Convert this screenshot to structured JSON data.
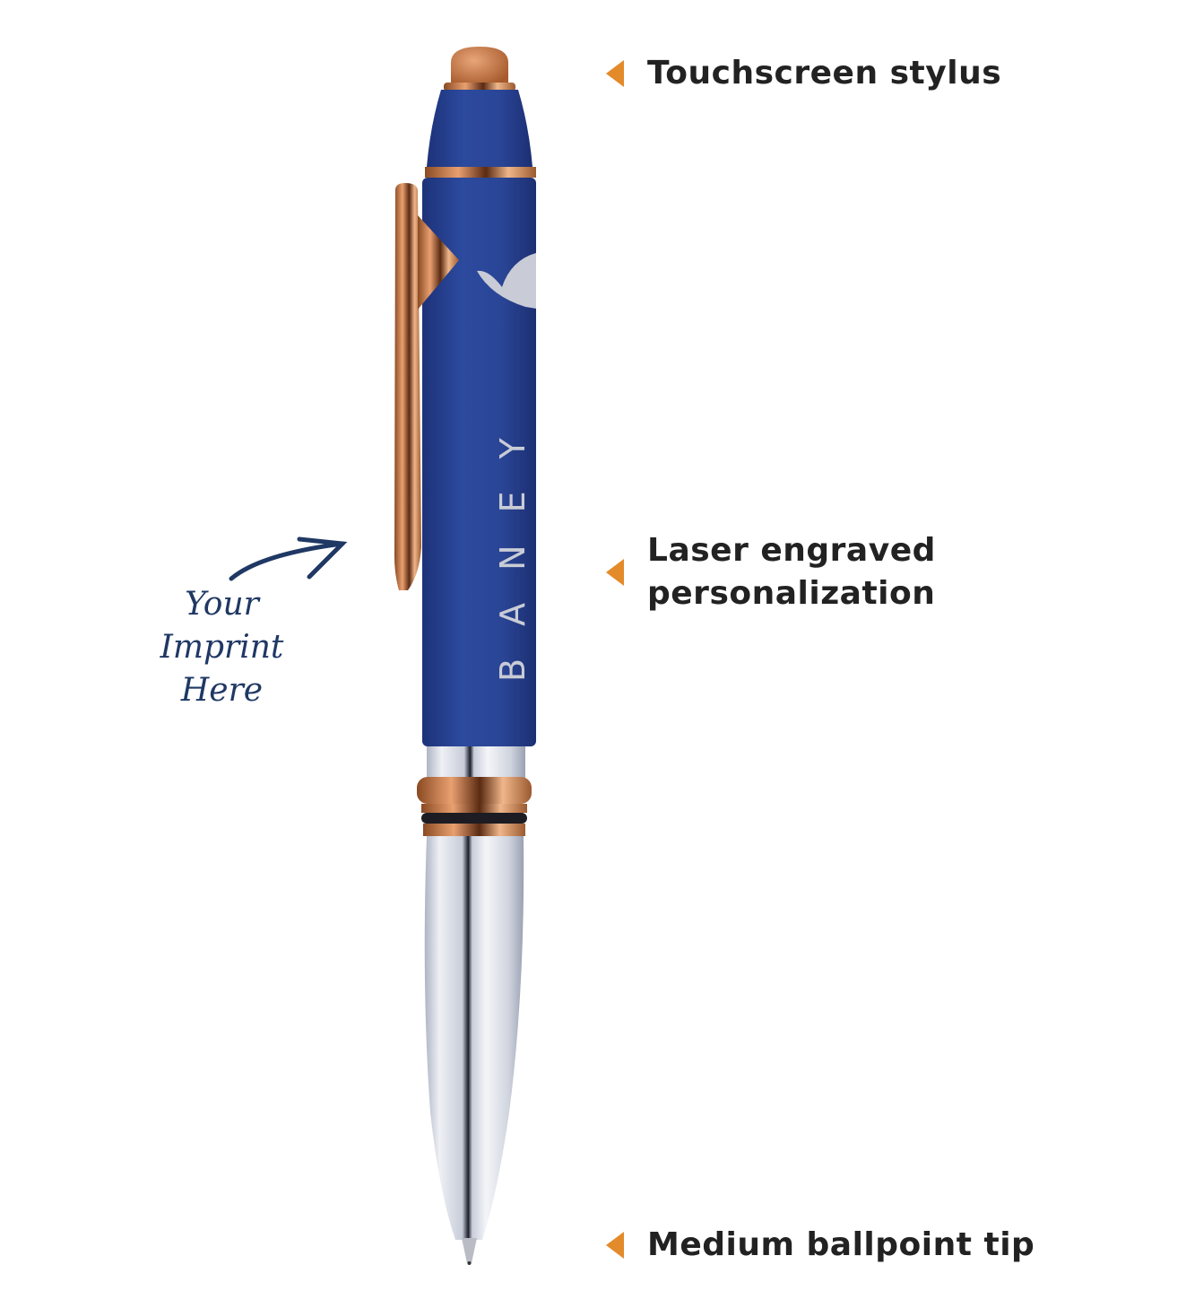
{
  "callouts": [
    {
      "label": "Touchscreen stylus"
    },
    {
      "label": "Laser engraved personalization",
      "lines": [
        "Laser engraved",
        "personalization"
      ]
    },
    {
      "label": "Medium ballpoint tip"
    }
  ],
  "imprint": {
    "lines": [
      "Your",
      "Imprint",
      "Here"
    ]
  },
  "pen": {
    "engraving_text": "BANEY",
    "icons": [
      "stylus-tip-icon",
      "clip-icon",
      "bird-logo-icon",
      "ballpoint-tip-icon"
    ],
    "colors": {
      "barrel": "#263f8e",
      "copper": "#c97a45",
      "chrome": "#d9dde6",
      "engraving": "#c9ccd6",
      "accent_arrow": "#e38a2a",
      "imprint_ink": "#1f3864",
      "label_text": "#222222"
    }
  }
}
